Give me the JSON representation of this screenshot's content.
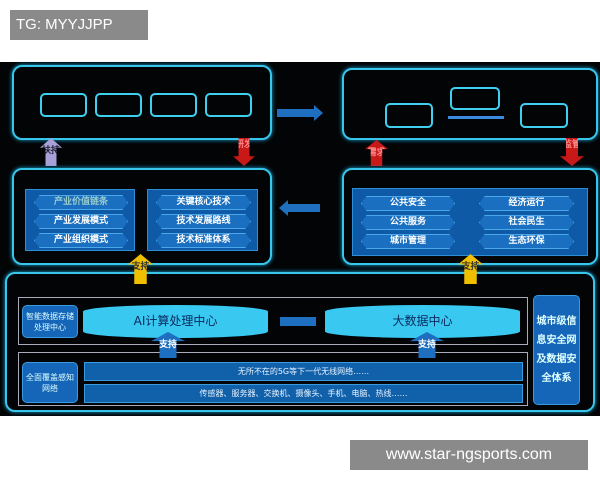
{
  "header_label": "TG: MYYJJPP",
  "watermark": "www.star-ngsports.com",
  "arrows": {
    "fuchi": "扶持",
    "yanfa": "研发",
    "xuqiu": "需求",
    "jianguan": "监管",
    "zhichi": "支持"
  },
  "industry_panel": {
    "left": [
      "产业价值链条",
      "产业发展模式",
      "产业组织模式"
    ],
    "right": [
      "关键核心技术",
      "技术发展路线",
      "技术标准体系"
    ]
  },
  "city_panel": {
    "left": [
      "公共安全",
      "公共服务",
      "城市管理"
    ],
    "right": [
      "经济运行",
      "社会民生",
      "生态环保"
    ]
  },
  "storage": {
    "label": "智能数据存储处理中心",
    "ai_center": "AI计算处理中心",
    "big_data": "大数据中心"
  },
  "network": {
    "label": "全面覆盖感知网络",
    "row1": "无所不在的5G等下一代无线网络……",
    "row2": "传感器、服务器、交换机、摄像头、手机、电脑、热线……"
  },
  "security": "城市级信息安全网及数据安全体系",
  "colors": {
    "frame": "#39c6ec",
    "panel": "#0f5aa6",
    "red": "#c81818",
    "yellow": "#f0c000"
  }
}
